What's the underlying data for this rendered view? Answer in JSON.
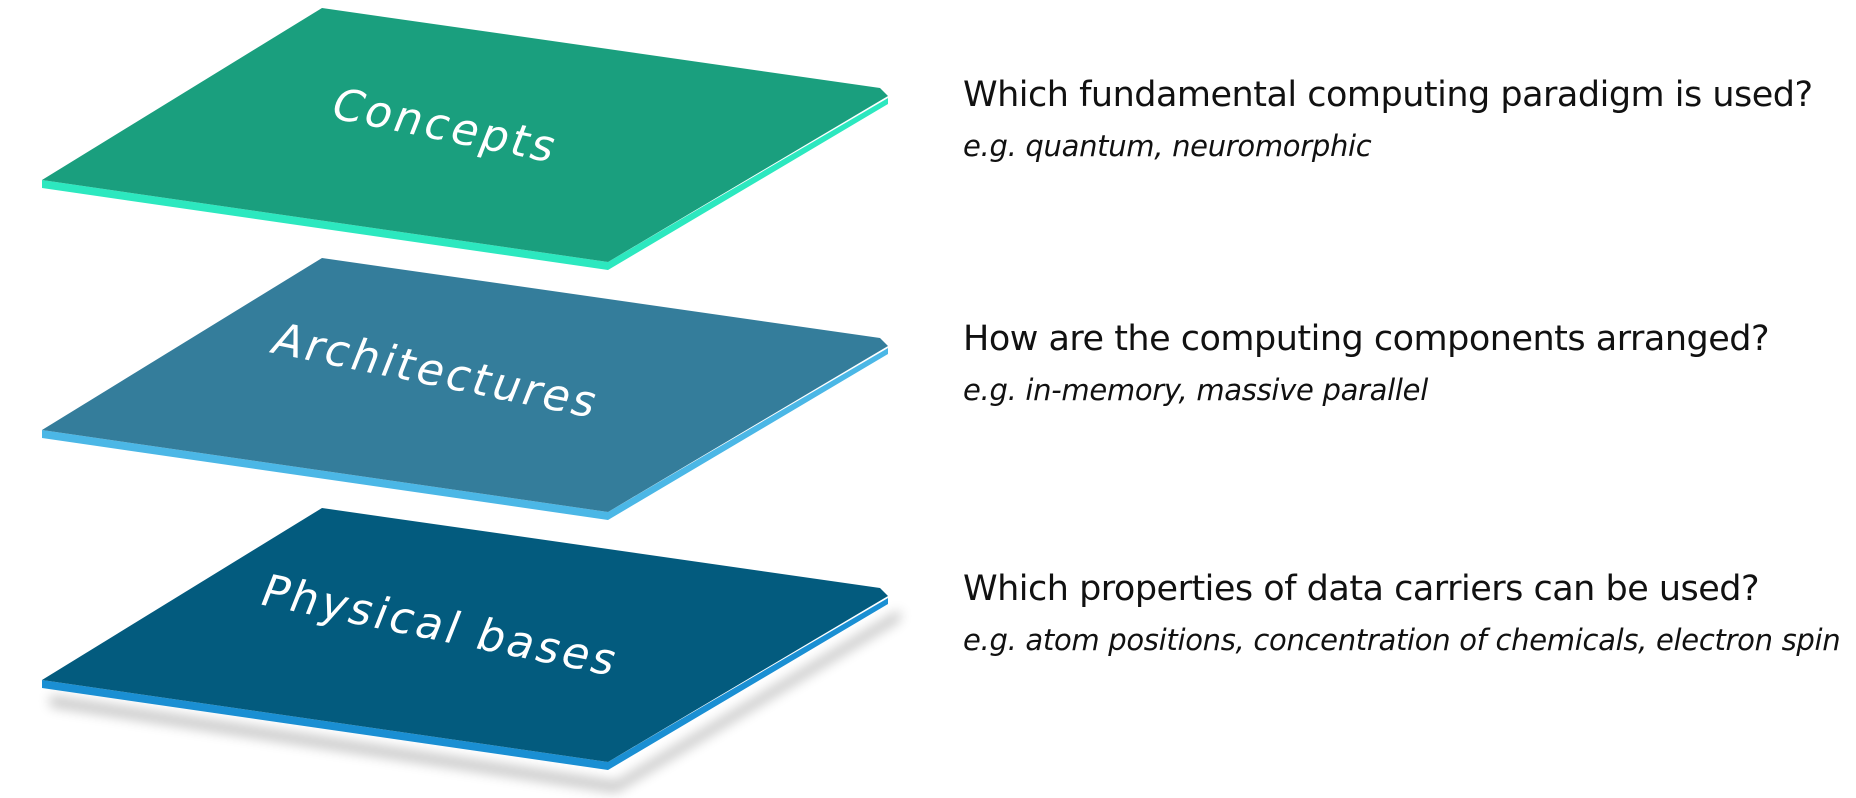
{
  "layers": [
    {
      "label": "Concepts",
      "question": "Which fundamental computing paradigm is used?",
      "example": "e.g. quantum, neuromorphic",
      "top_color": "#1a9f7e",
      "edge_color": "#2ce8bf"
    },
    {
      "label": "Architectures",
      "question": "How are the computing components arranged?",
      "example": "e.g. in-memory, massive parallel",
      "top_color": "#347d9b",
      "edge_color": "#4bb7e6"
    },
    {
      "label": "Physical bases",
      "question": "Which properties of data carriers can be used?",
      "example": "e.g. atom positions, concentration of chemicals, electron spin",
      "top_color": "#035b7e",
      "edge_color": "#1a8fd3"
    }
  ]
}
